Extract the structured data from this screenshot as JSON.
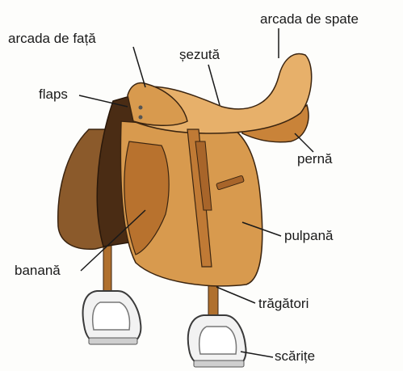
{
  "labels": {
    "arcada_de_fata": "arcada de față",
    "arcada_de_spate": "arcada de spate",
    "sezuta": "șezută",
    "flaps": "flaps",
    "perna": "pernă",
    "pulpana": "pulpană",
    "banana": "banană",
    "tragatori": "trăgători",
    "scarite": "scărițe"
  },
  "colors": {
    "leather_tan": "#d89a4e",
    "leather_light": "#e7b06a",
    "leather_dark": "#9a5a22",
    "flap_brown": "#8b5a2b",
    "stirrup_grey": "#e9e9e9",
    "outline": "#3a2410"
  }
}
